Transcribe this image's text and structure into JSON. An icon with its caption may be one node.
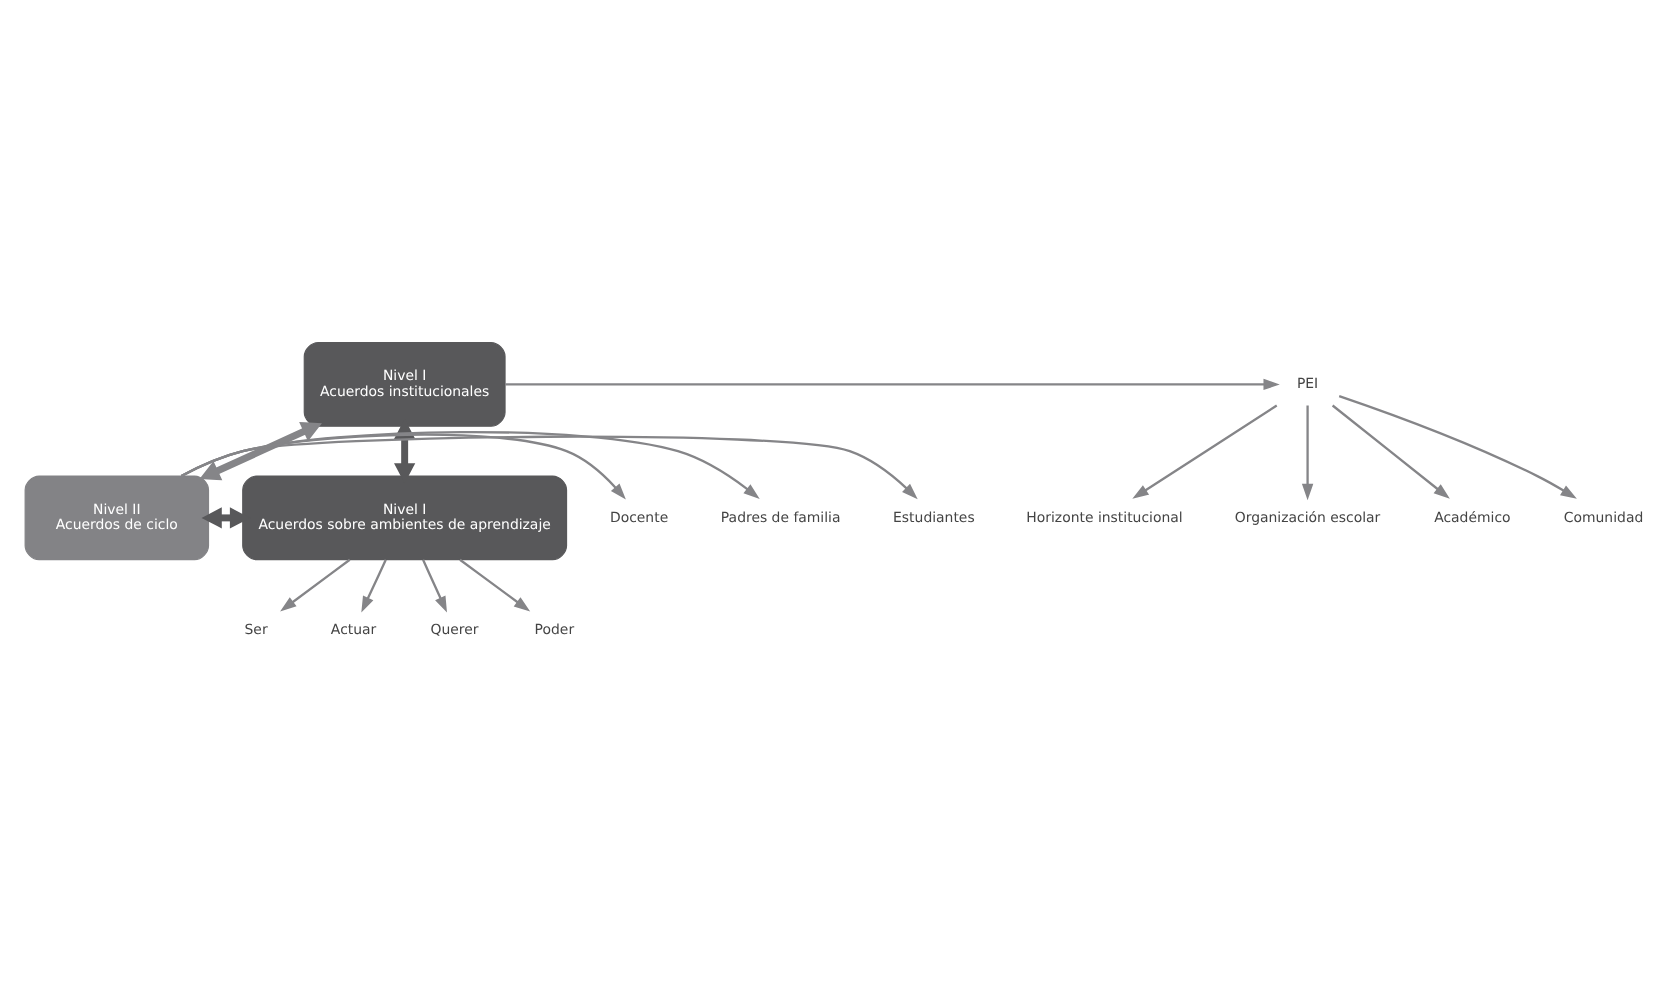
{
  "diagram": {
    "nodes": [
      {
        "text": [
          "Nivel I",
          "Acuerdos institucionales"
        ]
      },
      {
        "text": [
          "PEI"
        ]
      },
      {
        "text": [
          "Horizonte institucional"
        ]
      },
      {
        "text": [
          "Organización escolar"
        ]
      },
      {
        "text": [
          "Académico"
        ]
      },
      {
        "text": [
          "Comunidad"
        ]
      },
      {
        "text": [
          "Nivel II",
          "Acuerdos de ciclo"
        ]
      },
      {
        "text": [
          "Estudiantes"
        ]
      },
      {
        "text": [
          "Padres de familia"
        ]
      },
      {
        "text": [
          "Docente"
        ]
      },
      {
        "text": [
          "Nivel I",
          "Acuerdos sobre ambientes de aprendizaje"
        ]
      },
      {
        "text": [
          "Ser"
        ]
      },
      {
        "text": [
          "Actuar"
        ]
      },
      {
        "text": [
          "Querer"
        ]
      },
      {
        "text": [
          "Poder"
        ]
      }
    ],
    "edges": [
      {
        "from": 0,
        "to": 1,
        "arrow": "to"
      },
      {
        "from": 1,
        "to": 2,
        "arrow": "to"
      },
      {
        "from": 1,
        "to": 3,
        "arrow": "to"
      },
      {
        "from": 1,
        "to": 4,
        "arrow": "to"
      },
      {
        "from": 1,
        "to": 5,
        "arrow": "to"
      },
      {
        "from": 0,
        "to": 6,
        "arrow": "both",
        "style": "thick"
      },
      {
        "from": 0,
        "to": 10,
        "arrow": "both",
        "style": "thick",
        "color": "#58585a"
      },
      {
        "from": 6,
        "to": 10,
        "arrow": "both",
        "style": "thick",
        "color": "#58585a"
      },
      {
        "from": 6,
        "to": 7,
        "arrow": "to"
      },
      {
        "from": 6,
        "to": 8,
        "arrow": "to"
      },
      {
        "from": 6,
        "to": 9,
        "arrow": "to"
      },
      {
        "from": 10,
        "to": 11,
        "arrow": "to"
      },
      {
        "from": 10,
        "to": 12,
        "arrow": "to"
      },
      {
        "from": 10,
        "to": 13,
        "arrow": "to"
      },
      {
        "from": 10,
        "to": 14,
        "arrow": "to"
      }
    ]
  }
}
